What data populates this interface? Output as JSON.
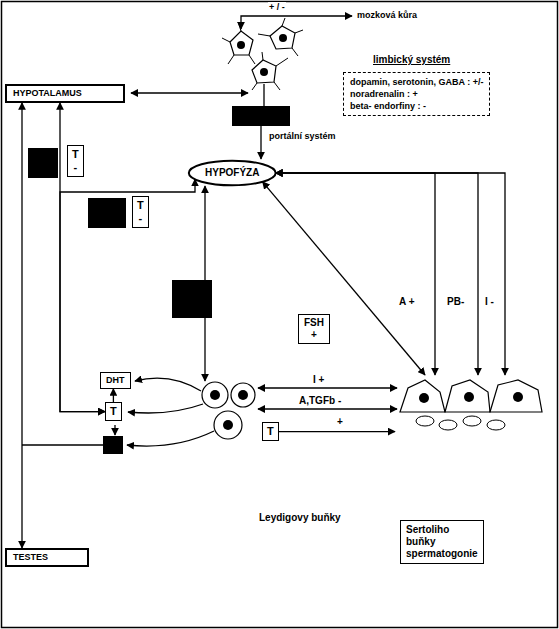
{
  "diagram": {
    "nodes": [
      {
        "text": [
          "dopamin, serotonin, GABA : +/-",
          "noradrenalin : +",
          "beta- endorfiny : -"
        ]
      },
      {
        "text": [
          "HYPOTALAMUS"
        ]
      },
      {
        "text": [
          "HYPOFÝZA"
        ]
      },
      {
        "text": [
          "T",
          "-"
        ]
      },
      {
        "text": [
          "T",
          "-"
        ]
      },
      {
        "text": [
          "FSH",
          "+"
        ]
      },
      {
        "text": [
          "DHT"
        ]
      },
      {
        "text": [
          "T"
        ]
      },
      {
        "text": [
          "T"
        ]
      },
      {
        "text": [
          "Sertoliho buňky spermatogonie"
        ]
      },
      {
        "text": [
          "TESTES"
        ]
      }
    ],
    "edges": [
      {
        "from": 1,
        "to": 10,
        "arrow": "both"
      },
      {
        "from": 7,
        "to": 1,
        "arrow": "both"
      },
      {
        "from": 7,
        "to": 2,
        "arrow": "both"
      },
      {
        "from": 2,
        "to": 9,
        "label": "A +",
        "arrow": "both"
      },
      {
        "from": 2,
        "to": 9,
        "label": "PB-",
        "arrow": "both"
      },
      {
        "from": 2,
        "to": 9,
        "label": "I -",
        "arrow": "both"
      },
      {
        "from": 2,
        "to": 9,
        "arrow": "both"
      },
      {
        "from": 8,
        "to": 9,
        "label": "+",
        "arrow": "to"
      },
      {
        "from": 7,
        "to": 6,
        "arrow": "to"
      }
    ],
    "labels": [
      "+ / -",
      "mozková kůra",
      "limbický systém",
      "portální systém",
      "I +",
      "A,TGFb -",
      "Leydigovy buňky"
    ]
  }
}
